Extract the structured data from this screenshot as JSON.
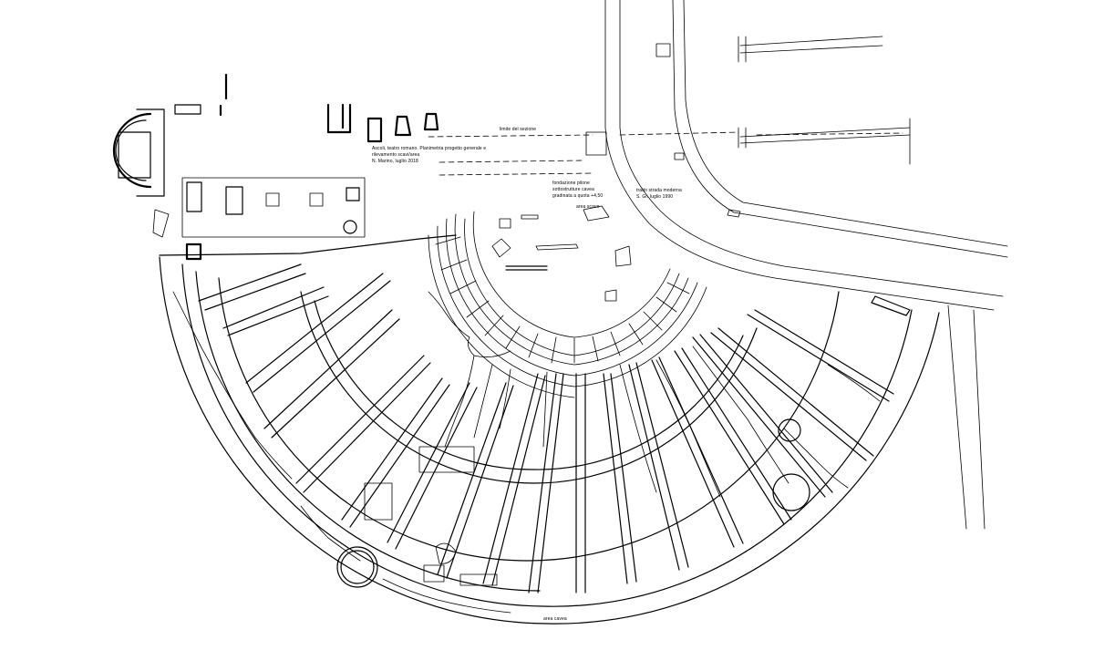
{
  "plan": {
    "labels": {
      "main_caption_l1": "Ascoli, teatro romano. Planimetria progetto generale e",
      "main_caption_l2": "rilevamento scavi/area",
      "main_caption_l3": "N. Marino, luglio 2018",
      "top_note": "limite del sezione",
      "mid_note_l1": "fondazione pilone",
      "mid_note_l2": "sottostrutture cavea",
      "mid_note_l3": "gradinata a quota +4,50",
      "right_note_l1": "tratto strada moderna",
      "right_note_l2": "S. Gr. luglio 1990",
      "small_note": "area scavo",
      "bottom_note": "area cavea"
    }
  }
}
